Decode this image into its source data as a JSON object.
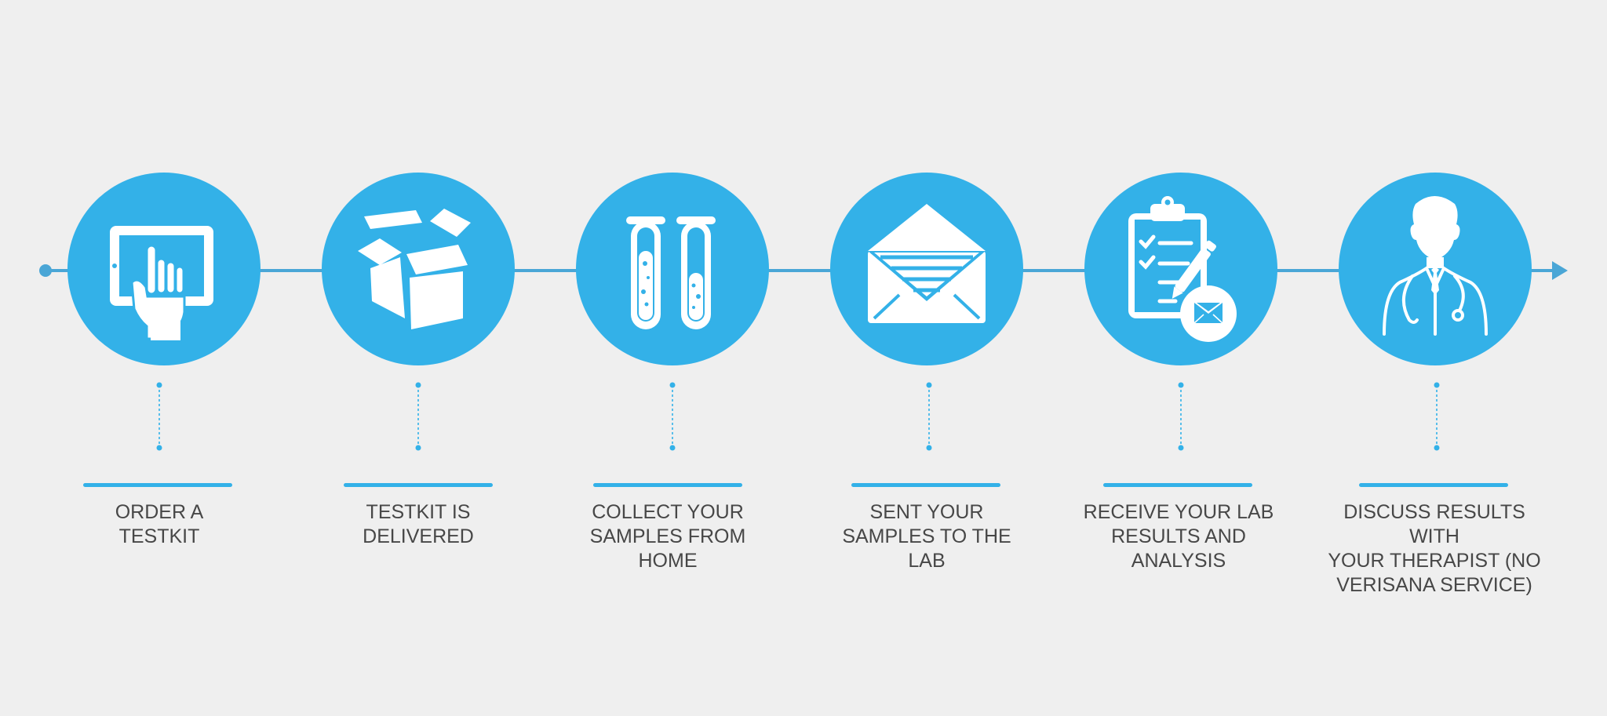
{
  "colors": {
    "accent": "#33b1e8",
    "line": "#4aa6d6",
    "background": "#efefef",
    "text": "#474747"
  },
  "steps": [
    {
      "icon": "tablet-touch-icon",
      "lines": [
        "ORDER A",
        "TESTKIT"
      ]
    },
    {
      "icon": "open-box-icon",
      "lines": [
        "TESTKIT IS",
        "DELIVERED"
      ]
    },
    {
      "icon": "test-tubes-icon",
      "lines": [
        "COLLECT YOUR",
        "SAMPLES FROM",
        "HOME"
      ]
    },
    {
      "icon": "envelope-icon",
      "lines": [
        "SENT YOUR",
        "SAMPLES TO THE",
        "LAB"
      ]
    },
    {
      "icon": "clipboard-mail-icon",
      "lines": [
        "RECEIVE YOUR LAB",
        "RESULTS AND",
        "ANALYSIS"
      ]
    },
    {
      "icon": "doctor-icon",
      "lines": [
        "DISCUSS RESULTS WITH",
        "YOUR THERAPIST (NO",
        "VERISANA SERVICE)"
      ]
    }
  ]
}
